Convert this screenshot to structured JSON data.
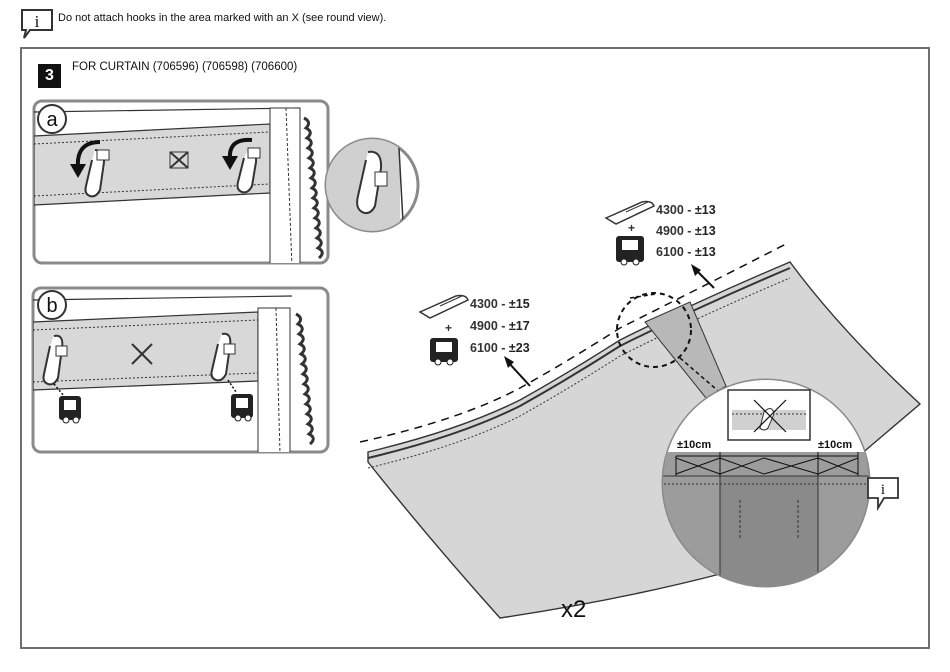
{
  "note": {
    "icon": "info-icon",
    "text": "Do not attach hooks in the area marked with an X (see round view)."
  },
  "step": {
    "number": "3",
    "title": "FOR CURTAIN  (706596) (706598) (706600)"
  },
  "detail_a": {
    "label": "a"
  },
  "detail_b": {
    "label": "b"
  },
  "hook_specs_left": [
    {
      "code": "4300",
      "tolerance": "±15",
      "icon": "flat-hook-icon"
    },
    {
      "code": "4900",
      "tolerance": "±17",
      "icon": "glider-icon"
    },
    {
      "code": "6100",
      "tolerance": "±23",
      "icon": "glider-icon"
    }
  ],
  "hook_specs_right": [
    {
      "code": "4300",
      "tolerance": "±13",
      "icon": "flat-hook-icon"
    },
    {
      "code": "4900",
      "tolerance": "±13",
      "icon": "glider-icon"
    },
    {
      "code": "6100",
      "tolerance": "±13",
      "icon": "glider-icon"
    }
  ],
  "plus_sign": "+",
  "dash": " - ",
  "zoom": {
    "left_margin": "±10cm",
    "right_margin": "±10cm",
    "info_icon": "info-icon"
  },
  "quantity": "x2",
  "colors": {
    "fabric": "#d4d4d4",
    "dark_fabric": "#9b9b9b",
    "frame": "#7a7a7a"
  }
}
